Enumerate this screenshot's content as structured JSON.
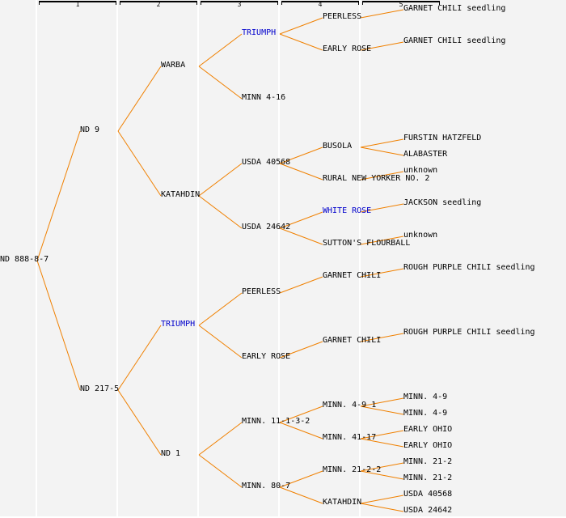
{
  "title": "Pedigree of ND 888-8-7",
  "columns": [
    "1",
    "2",
    "3",
    "4",
    "5"
  ],
  "colors": {
    "line": "#f08000",
    "text": "#000000",
    "highlight": "#0000cc",
    "background": "#f3f3f3"
  },
  "tree": {
    "name": "ND 888-8-7",
    "children": [
      {
        "name": "ND 9",
        "children": [
          {
            "name": "WARBA",
            "children": [
              {
                "name": "TRIUMPH",
                "highlight": true,
                "children": [
                  {
                    "name": "PEERLESS",
                    "children": [
                      {
                        "name": "GARNET CHILI seedling"
                      }
                    ]
                  },
                  {
                    "name": "EARLY ROSE",
                    "children": [
                      {
                        "name": "GARNET CHILI seedling"
                      }
                    ]
                  }
                ]
              },
              {
                "name": "MINN 4-16"
              }
            ]
          },
          {
            "name": "KATAHDIN",
            "children": [
              {
                "name": "USDA 40568",
                "children": [
                  {
                    "name": "BUSOLA",
                    "children": [
                      {
                        "name": "FURSTIN HATZFELD"
                      },
                      {
                        "name": "ALABASTER"
                      }
                    ]
                  },
                  {
                    "name": "RURAL NEW YORKER NO. 2",
                    "children": [
                      {
                        "name": "unknown"
                      }
                    ]
                  }
                ]
              },
              {
                "name": "USDA 24642",
                "children": [
                  {
                    "name": "WHITE ROSE",
                    "highlight": true,
                    "children": [
                      {
                        "name": "JACKSON seedling"
                      }
                    ]
                  },
                  {
                    "name": "SUTTON'S FLOURBALL",
                    "children": [
                      {
                        "name": "unknown"
                      }
                    ]
                  }
                ]
              }
            ]
          }
        ]
      },
      {
        "name": "ND 217-5",
        "children": [
          {
            "name": "TRIUMPH",
            "highlight": true,
            "children": [
              {
                "name": "PEERLESS",
                "children": [
                  {
                    "name": "GARNET CHILI",
                    "children": [
                      {
                        "name": "ROUGH PURPLE CHILI seedling"
                      }
                    ]
                  }
                ]
              },
              {
                "name": "EARLY ROSE",
                "children": [
                  {
                    "name": "GARNET CHILI",
                    "children": [
                      {
                        "name": "ROUGH PURPLE CHILI seedling"
                      }
                    ]
                  }
                ]
              }
            ]
          },
          {
            "name": "ND 1",
            "children": [
              {
                "name": "MINN. 11-1-3-2",
                "children": [
                  {
                    "name": "MINN. 4-9 1",
                    "children": [
                      {
                        "name": "MINN. 4-9"
                      },
                      {
                        "name": "MINN. 4-9"
                      }
                    ]
                  },
                  {
                    "name": "MINN. 41-17",
                    "children": [
                      {
                        "name": "EARLY OHIO"
                      },
                      {
                        "name": "EARLY OHIO"
                      }
                    ]
                  }
                ]
              },
              {
                "name": "MINN. 80-7",
                "children": [
                  {
                    "name": "MINN. 21-2-2",
                    "children": [
                      {
                        "name": "MINN. 21-2"
                      },
                      {
                        "name": "MINN. 21-2"
                      }
                    ]
                  },
                  {
                    "name": "KATAHDIN",
                    "children": [
                      {
                        "name": "USDA 40568"
                      },
                      {
                        "name": "USDA 24642"
                      }
                    ]
                  }
                ]
              }
            ]
          }
        ]
      }
    ]
  }
}
